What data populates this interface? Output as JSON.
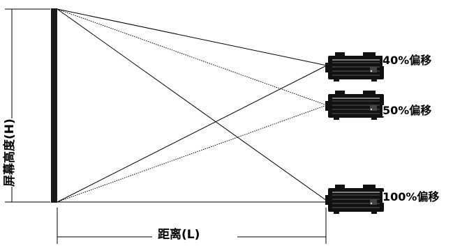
{
  "labels": {
    "screen_height": "屏幕高度(H)",
    "distance": "距离(L)",
    "offset_40": "40%偏移",
    "offset_50": "50%偏移",
    "offset_100": "100%偏移"
  },
  "icons": {
    "projector": "projector-icon",
    "screen": "screen-bar"
  }
}
